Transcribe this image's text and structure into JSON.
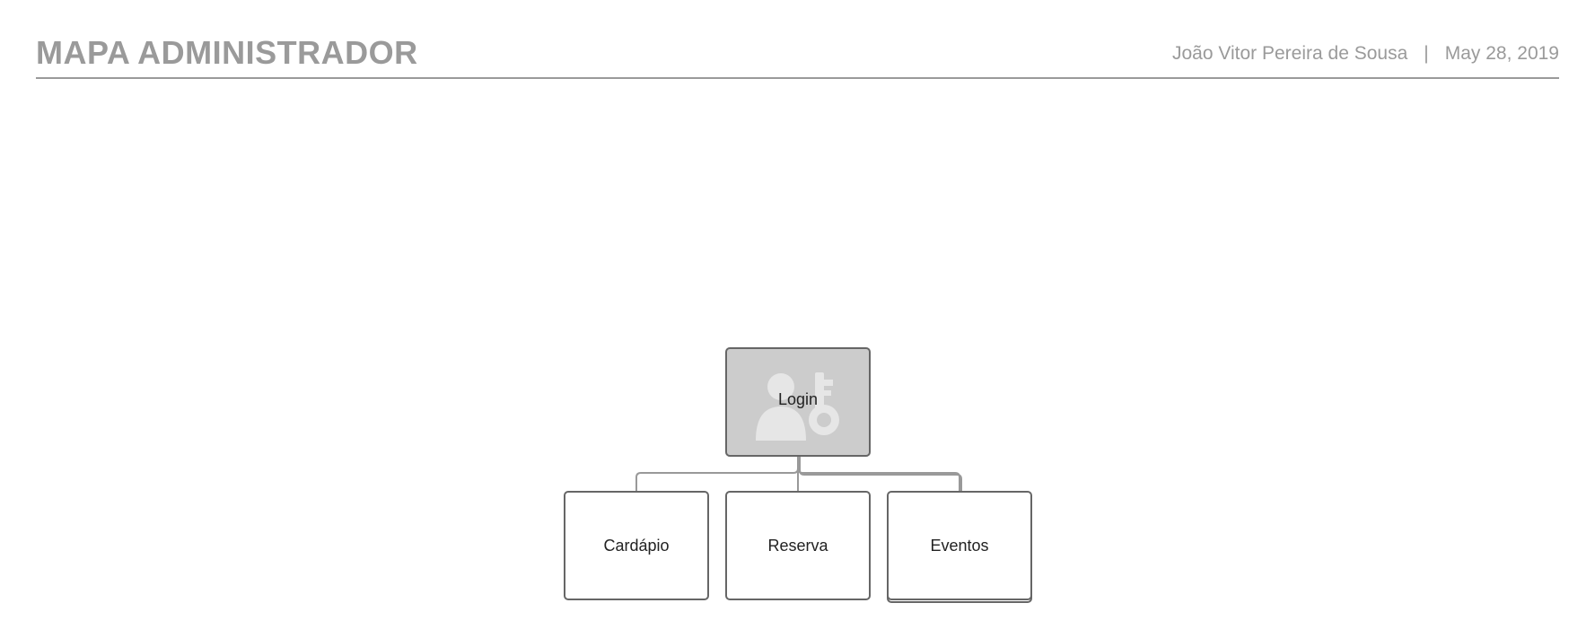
{
  "header": {
    "title": "MAPA ADMINISTRADOR",
    "author": "João Vitor Pereira de Sousa",
    "separator": "|",
    "date": "May 28, 2019"
  },
  "diagram": {
    "root": {
      "label": "Login",
      "icon": "user-key-icon"
    },
    "children": [
      {
        "label": "Cardápio"
      },
      {
        "label": "Reserva"
      },
      {
        "label": "Eventos"
      }
    ]
  },
  "colors": {
    "header_text": "#9a9a9a",
    "node_border": "#666666",
    "root_fill": "#cccccc",
    "connector": "#999999"
  }
}
